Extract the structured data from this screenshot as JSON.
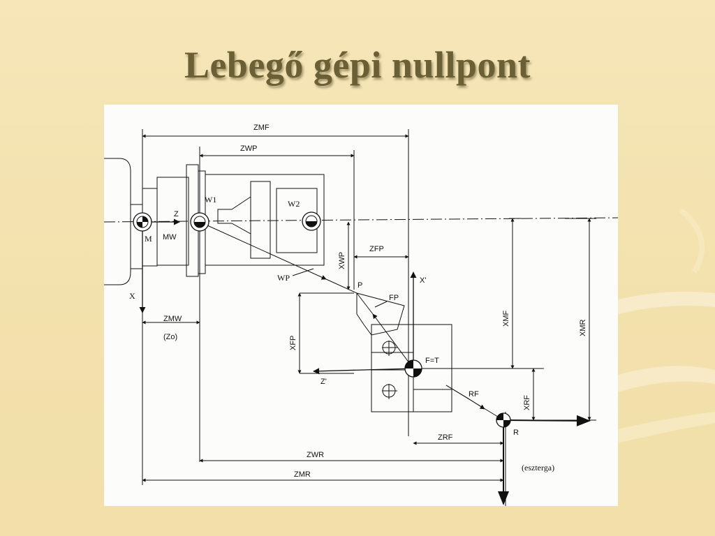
{
  "slide": {
    "title": "Lebegő gépi nullpont"
  },
  "diagram": {
    "labels": {
      "zmf": "ZMF",
      "zwp": "ZWP",
      "zfp": "ZFP",
      "zmw": "ZMW",
      "zo": "(Zo)",
      "zrf": "ZRF",
      "zwr": "ZWR",
      "zmr": "ZMR",
      "xwp": "XWP",
      "xfp": "XFP",
      "xmf": "XMF",
      "xmr": "XMR",
      "xrf": "XRF",
      "w1": "W1",
      "w2": "W2",
      "z": "Z",
      "m": "M",
      "mw": "MW",
      "x": "X",
      "wp": "WP",
      "p": "P",
      "fp": "FP",
      "x_prime": "X'",
      "z_prime": "Z'",
      "ft": "F=T",
      "rf": "RF",
      "r": "R",
      "eszterga": "(eszterga)"
    }
  }
}
